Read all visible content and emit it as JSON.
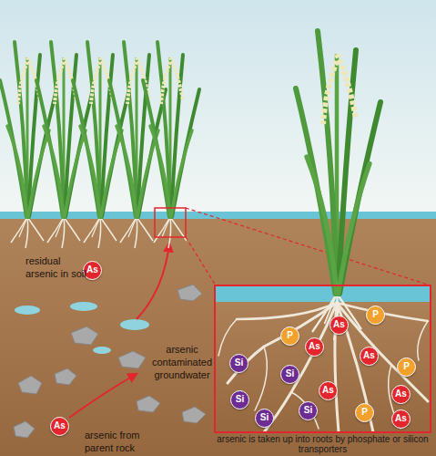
{
  "diagram": {
    "nodes": [
      {
        "text": [
          "As"
        ]
      },
      {
        "text": [
          "As"
        ]
      },
      {
        "text": [
          "P"
        ]
      },
      {
        "text": [
          "As"
        ]
      },
      {
        "text": [
          "P"
        ]
      },
      {
        "text": [
          "As"
        ]
      },
      {
        "text": [
          "As"
        ]
      },
      {
        "text": [
          "Si"
        ]
      },
      {
        "text": [
          "P"
        ]
      },
      {
        "text": [
          "Si"
        ]
      },
      {
        "text": [
          "As"
        ]
      },
      {
        "text": [
          "As"
        ]
      },
      {
        "text": [
          "Si"
        ]
      },
      {
        "text": [
          "Si"
        ]
      },
      {
        "text": [
          "P"
        ]
      },
      {
        "text": [
          "Si"
        ]
      },
      {
        "text": [
          "As"
        ]
      }
    ],
    "labels": [
      "residual arsenic in soil",
      "arsenic contaminated groundwater",
      "arsenic from parent rock",
      "arsenic is taken up into roots by phosphate or silicon transporters"
    ]
  }
}
